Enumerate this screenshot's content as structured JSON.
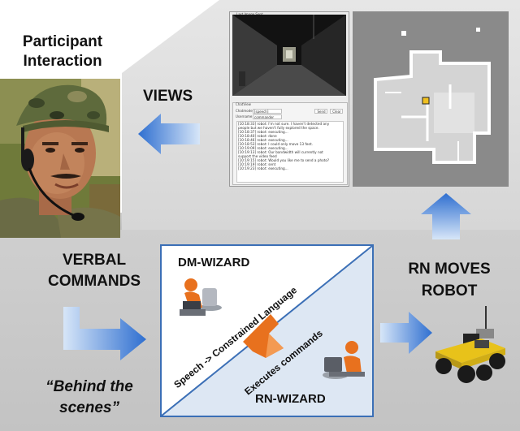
{
  "labels": {
    "participant_line1": "Participant",
    "participant_line2": "Interaction",
    "views": "VIEWS",
    "verbal_line1": "VERBAL",
    "verbal_line2": "COMMANDS",
    "behind_line1": "“Behind the",
    "behind_line2": "scenes”",
    "rn_moves_line1": "RN MOVES",
    "rn_moves_line2": "ROBOT",
    "dm_wizard": "DM-WIZARD",
    "rn_wizard": "RN-WIZARD",
    "speech_diag": "Speech -> Constrained Language",
    "executes_diag": "Executes commands"
  },
  "interface": {
    "window_title": "Last Image Sent",
    "chat_title": "ChatView",
    "field1_label": "Chatmode",
    "field1_value": "[speech]",
    "field2_label": "Username",
    "field2_value": "commander",
    "btn1": "Send",
    "btn2": "Clear",
    "chat_lines": [
      "[10:18:33] robot: I'm not sure. I haven't detected any",
      "people but we haven't fully explored the space.",
      "[10:18:37] robot: executing...",
      "[10:18:40] robot: done",
      "[10:18:46] robot: executing...",
      "[10:18:53] robot: I could only move 13 feet.",
      "[10:19:09] robot: executing...",
      "[10:19:13] robot: Our bandwidth will currently not",
      "support the video feed",
      "[10:19:15] robot: Would you like me to send a photo?",
      "[10:19:19] robot: sent",
      "[10:19:23] robot: executing..."
    ]
  },
  "colors": {
    "arrow_blue": "#3a7bd5",
    "box_border": "#3b6fb6",
    "orange": "#e8711e",
    "panel_gray": "#e3e3e3"
  }
}
